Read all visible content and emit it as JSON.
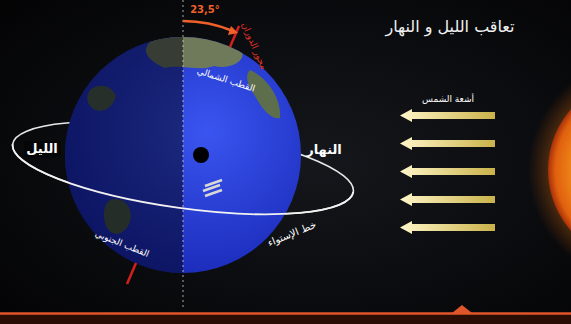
{
  "diagram": {
    "title": "تعاقب الليل و النهار",
    "labels": [
      "أشعة الشمس",
      "23,5°",
      "محور الدوران",
      "القطب الشمالي",
      "الليل",
      "النهار",
      "القطب الجنوبي",
      "خط الإستواء"
    ]
  }
}
